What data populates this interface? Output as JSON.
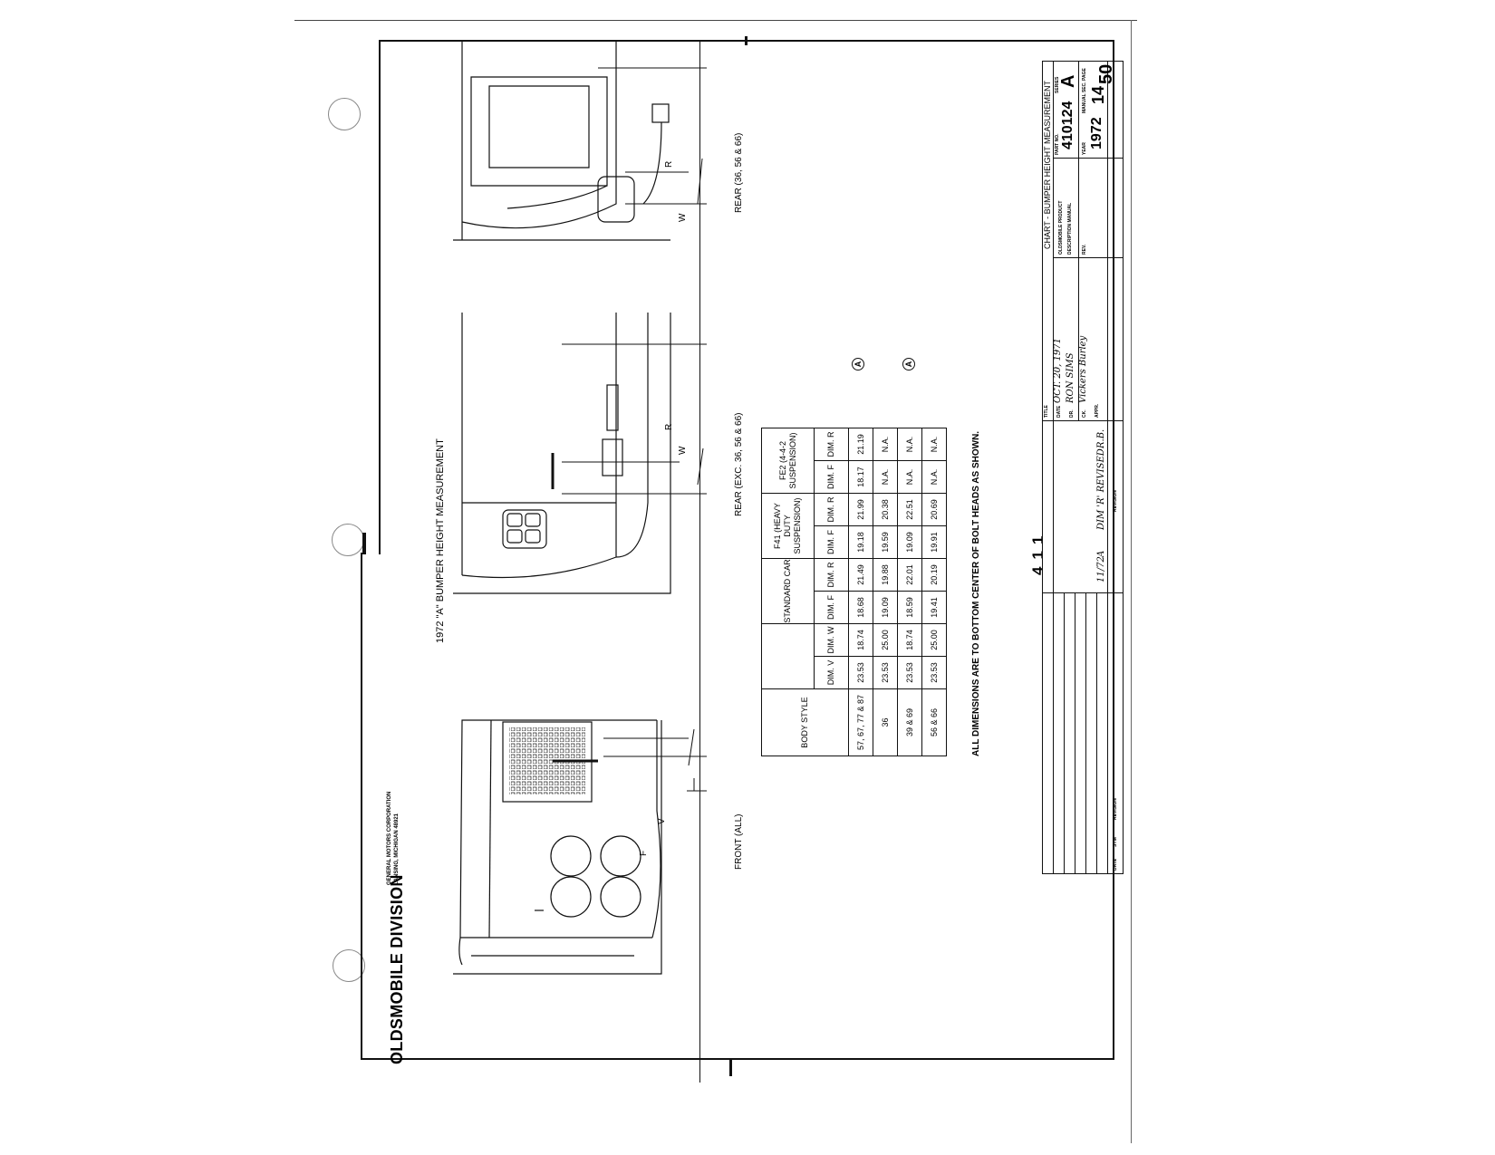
{
  "company": {
    "name": "OLDSMOBILE DIVISION",
    "sub_line1": "GENERAL MOTORS CORPORATION",
    "sub_line2": "LANSING, MICHIGAN 48921"
  },
  "drawing_title": "1972 \"A\" BUMPER HEIGHT MEASUREMENT",
  "views": {
    "front": "FRONT (ALL)",
    "rear_exc": "REAR (EXC. 36, 56 & 66)",
    "rear": "REAR (36, 56 & 66)"
  },
  "dim_letters": {
    "v": "V",
    "f": "F",
    "w": "W",
    "r": "R"
  },
  "table": {
    "body_style_header": "BODY STYLE",
    "group_headers": [
      "STANDARD CAR",
      "F41 (HEAVY DUTY SUSPENSION)",
      "FE2 (4-4-2 SUSPENSION)"
    ],
    "dim_headers": [
      "DIM. V",
      "DIM. W",
      "DIM. F",
      "DIM. R",
      "DIM. F",
      "DIM. R",
      "DIM. F",
      "DIM. R"
    ],
    "rows": [
      {
        "style": "57, 67, 77 & 87",
        "values": [
          "23.53",
          "18.74",
          "18.68",
          "21.49",
          "19.18",
          "21.99",
          "18.17",
          "21.19"
        ],
        "note": "A"
      },
      {
        "style": "36",
        "values": [
          "23.53",
          "25.00",
          "19.09",
          "19.88",
          "19.59",
          "20.38",
          "N.A.",
          "N.A."
        ],
        "note": ""
      },
      {
        "style": "39 & 69",
        "values": [
          "23.53",
          "18.74",
          "18.59",
          "22.01",
          "19.09",
          "22.51",
          "N.A.",
          "N.A."
        ],
        "note": "A"
      },
      {
        "style": "56 & 66",
        "values": [
          "23.53",
          "25.00",
          "19.41",
          "20.19",
          "19.91",
          "20.69",
          "N.A.",
          "N.A."
        ],
        "note": ""
      }
    ]
  },
  "footnote": "ALL DIMENSIONS ARE TO BOTTOM CENTER OF BOLT HEADS AS SHOWN.",
  "sheet_number": "411",
  "title_block": {
    "title_label": "TITLE",
    "title": "CHART - BUMPER HEIGHT MEASUREMENT",
    "product_line1": "OLDSMOBILE PRODUCT",
    "product_line2": "DESCRIPTION MANUAL",
    "part_no_label": "PART NO.",
    "part_no": "410124",
    "series_label": "SERIES",
    "series": "A",
    "year_label": "YEAR",
    "year": "1972",
    "manual_sec_label": "MANUAL SEC.",
    "manual_sec": "14",
    "page_label": "PAGE",
    "page": "50",
    "date_label": "DATE",
    "date": "OCT. 20, 1971",
    "dr_label": "DR.",
    "dr": "RON SIMS",
    "ck_label": "CK.",
    "ck": "Vickers Burley",
    "appr_label": "APPR.",
    "appr": "",
    "rev_label": "REV.",
    "revision_label": "REVISION",
    "revision_entry": {
      "date": "11/72",
      "sym": "A",
      "revision": "DIM 'R' REVISED",
      "dr": "R.B.",
      "ck": ""
    },
    "col_labels": [
      "DATE",
      "SYM",
      "DR.",
      "CK."
    ]
  }
}
